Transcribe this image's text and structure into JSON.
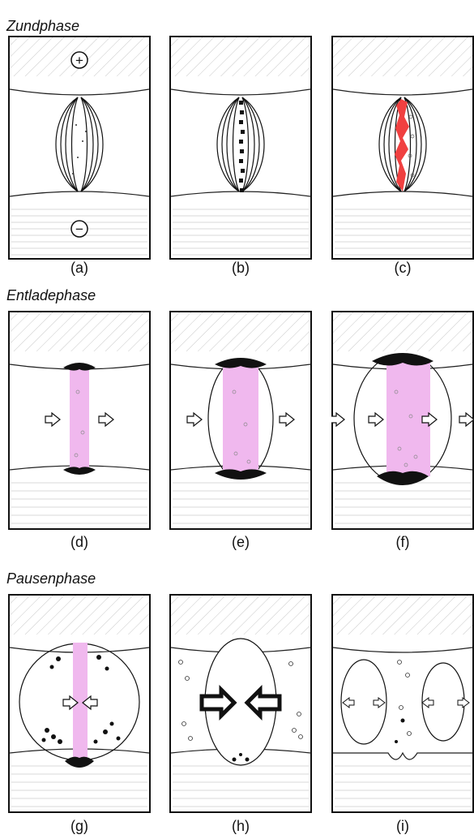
{
  "sections": {
    "zund": "Zundphase",
    "entlade": "Entladephase",
    "pause": "Pausenphase"
  },
  "polarity": {
    "plus": "+",
    "minus": "−"
  },
  "captions": [
    "(a)",
    "(b)",
    "(c)",
    "(d)",
    "(e)",
    "(f)",
    "(g)",
    "(h)",
    "(i)"
  ],
  "colors": {
    "spark": "#f04040",
    "plasma": "#f0b8ee",
    "ink": "#111111",
    "hatch": "#bbbbbb"
  }
}
